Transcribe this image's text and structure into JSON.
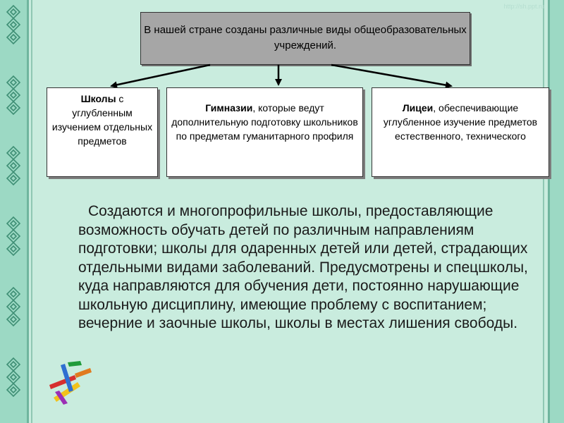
{
  "watermark": "http://sh.ppt.ru",
  "top": {
    "text": "В нашей стране созданы различные виды общеобразовательных учреждений."
  },
  "boxes": [
    {
      "bold": "Школы",
      "rest": " с углубленным изучением отдельных предметов"
    },
    {
      "bold": "Гимназии",
      "rest": ", которые ведут дополнительную подготовку школьников по предметам гуманитарного профиля"
    },
    {
      "bold": "Лицеи",
      "rest": ", обеспечивающие углубленное изучение предметов естественного, технического"
    }
  ],
  "paragraph": "Создаются и многопрофильные школы, предоставляющие возможность обучать детей  по различным направлениям подготовки; школы для одаренных детей или детей, страдающих отдельными видами заболеваний. Предусмотрены и спецшколы, куда направляются для обучения дети, постоянно нарушающие школьную дисциплину, имеющие проблему с воспитанием; вечерние и заочные школы, школы в местах лишения свободы.",
  "colors": {
    "background": "#c9ecde",
    "border": "#9cd9c4",
    "top_box": "#a6a6a6"
  },
  "icons": {
    "border_ornament": "diamond-lattice-ornament",
    "decoration": "pencils-decoration"
  }
}
